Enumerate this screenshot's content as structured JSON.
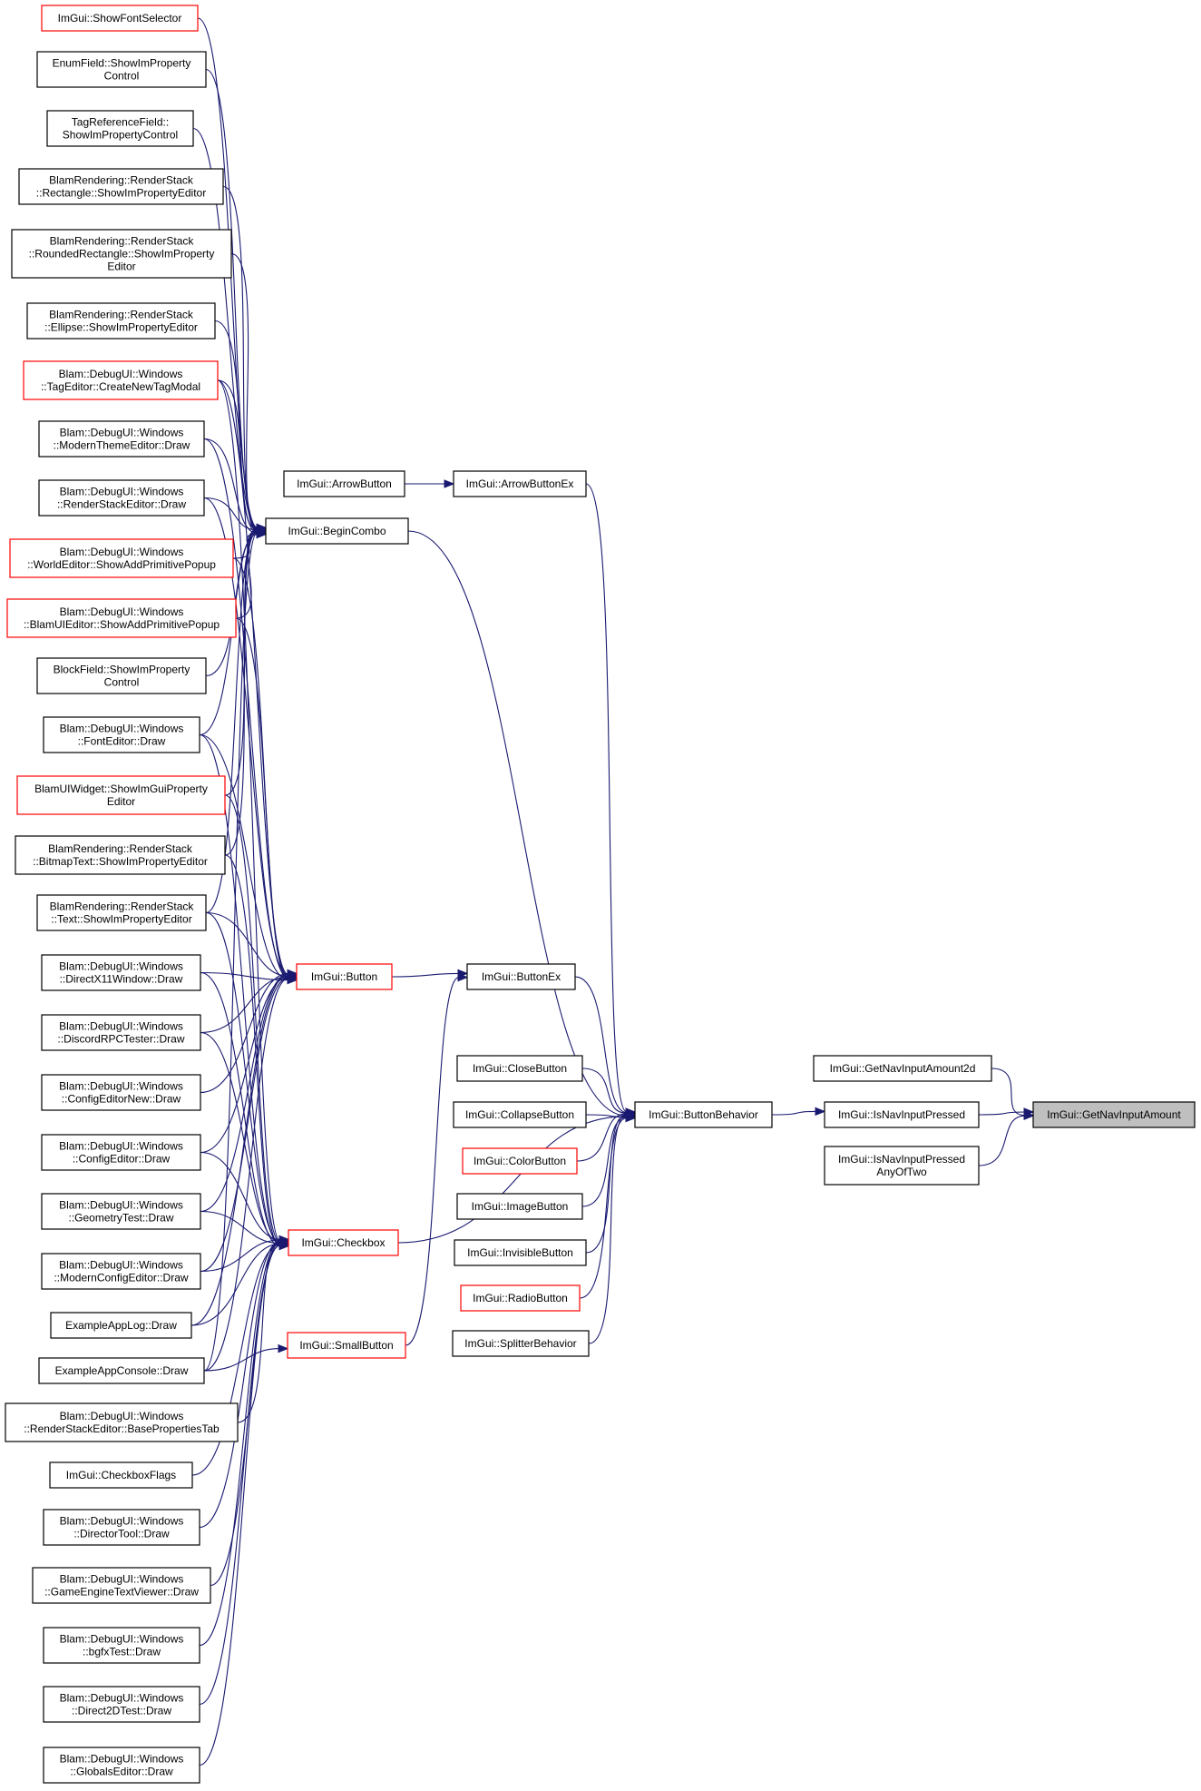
{
  "graph": {
    "nodes": [
      {
        "id": "showFontSelector",
        "lines": [
          "ImGui::ShowFontSelector"
        ],
        "style": "red"
      },
      {
        "id": "enumField",
        "lines": [
          "EnumField::ShowImProperty",
          "Control"
        ],
        "style": "black"
      },
      {
        "id": "tagRefField",
        "lines": [
          "TagReferenceField::",
          "ShowImPropertyControl"
        ],
        "style": "black"
      },
      {
        "id": "rsRectangle",
        "lines": [
          "BlamRendering::RenderStack",
          "::Rectangle::ShowImPropertyEditor"
        ],
        "style": "black"
      },
      {
        "id": "rsRoundedRect",
        "lines": [
          "BlamRendering::RenderStack",
          "::RoundedRectangle::ShowImProperty",
          "Editor"
        ],
        "style": "black"
      },
      {
        "id": "rsEllipse",
        "lines": [
          "BlamRendering::RenderStack",
          "::Ellipse::ShowImPropertyEditor"
        ],
        "style": "black"
      },
      {
        "id": "tagEditorModal",
        "lines": [
          "Blam::DebugUI::Windows",
          "::TagEditor::CreateNewTagModal"
        ],
        "style": "red"
      },
      {
        "id": "modernTheme",
        "lines": [
          "Blam::DebugUI::Windows",
          "::ModernThemeEditor::Draw"
        ],
        "style": "black"
      },
      {
        "id": "renderStackEd",
        "lines": [
          "Blam::DebugUI::Windows",
          "::RenderStackEditor::Draw"
        ],
        "style": "black"
      },
      {
        "id": "worldEditor",
        "lines": [
          "Blam::DebugUI::Windows",
          "::WorldEditor::ShowAddPrimitivePopup"
        ],
        "style": "red"
      },
      {
        "id": "blamUIEditor",
        "lines": [
          "Blam::DebugUI::Windows",
          "::BlamUIEditor::ShowAddPrimitivePopup"
        ],
        "style": "red"
      },
      {
        "id": "blockField",
        "lines": [
          "BlockField::ShowImProperty",
          "Control"
        ],
        "style": "black"
      },
      {
        "id": "fontEditor",
        "lines": [
          "Blam::DebugUI::Windows",
          "::FontEditor::Draw"
        ],
        "style": "black"
      },
      {
        "id": "blamUIWidget",
        "lines": [
          "BlamUIWidget::ShowImGuiProperty",
          "Editor"
        ],
        "style": "red"
      },
      {
        "id": "rsBitmapText",
        "lines": [
          "BlamRendering::RenderStack",
          "::BitmapText::ShowImPropertyEditor"
        ],
        "style": "black"
      },
      {
        "id": "rsText",
        "lines": [
          "BlamRendering::RenderStack",
          "::Text::ShowImPropertyEditor"
        ],
        "style": "black"
      },
      {
        "id": "directX11",
        "lines": [
          "Blam::DebugUI::Windows",
          "::DirectX11Window::Draw"
        ],
        "style": "black"
      },
      {
        "id": "discordRPC",
        "lines": [
          "Blam::DebugUI::Windows",
          "::DiscordRPCTester::Draw"
        ],
        "style": "black"
      },
      {
        "id": "configEditorNew",
        "lines": [
          "Blam::DebugUI::Windows",
          "::ConfigEditorNew::Draw"
        ],
        "style": "black"
      },
      {
        "id": "configEditor",
        "lines": [
          "Blam::DebugUI::Windows",
          "::ConfigEditor::Draw"
        ],
        "style": "black"
      },
      {
        "id": "geometryTest",
        "lines": [
          "Blam::DebugUI::Windows",
          "::GeometryTest::Draw"
        ],
        "style": "black"
      },
      {
        "id": "modernConfig",
        "lines": [
          "Blam::DebugUI::Windows",
          "::ModernConfigEditor::Draw"
        ],
        "style": "black"
      },
      {
        "id": "exampleAppLog",
        "lines": [
          "ExampleAppLog::Draw"
        ],
        "style": "black"
      },
      {
        "id": "exampleAppConsole",
        "lines": [
          "ExampleAppConsole::Draw"
        ],
        "style": "black"
      },
      {
        "id": "rsBaseProps",
        "lines": [
          "Blam::DebugUI::Windows",
          "::RenderStackEditor::BasePropertiesTab"
        ],
        "style": "black"
      },
      {
        "id": "checkboxFlags",
        "lines": [
          "ImGui::CheckboxFlags"
        ],
        "style": "black"
      },
      {
        "id": "directorTool",
        "lines": [
          "Blam::DebugUI::Windows",
          "::DirectorTool::Draw"
        ],
        "style": "black"
      },
      {
        "id": "gameEngineText",
        "lines": [
          "Blam::DebugUI::Windows",
          "::GameEngineTextViewer::Draw"
        ],
        "style": "black"
      },
      {
        "id": "bgfxTest",
        "lines": [
          "Blam::DebugUI::Windows",
          "::bgfxTest::Draw"
        ],
        "style": "black"
      },
      {
        "id": "direct2DTest",
        "lines": [
          "Blam::DebugUI::Windows",
          "::Direct2DTest::Draw"
        ],
        "style": "black"
      },
      {
        "id": "globalsEditor",
        "lines": [
          "Blam::DebugUI::Windows",
          "::GlobalsEditor::Draw"
        ],
        "style": "black"
      },
      {
        "id": "arrowButton",
        "lines": [
          "ImGui::ArrowButton"
        ],
        "style": "black"
      },
      {
        "id": "beginCombo",
        "lines": [
          "ImGui::BeginCombo"
        ],
        "style": "black"
      },
      {
        "id": "button",
        "lines": [
          "ImGui::Button"
        ],
        "style": "red"
      },
      {
        "id": "checkbox",
        "lines": [
          "ImGui::Checkbox"
        ],
        "style": "red"
      },
      {
        "id": "smallButton",
        "lines": [
          "ImGui::SmallButton"
        ],
        "style": "red"
      },
      {
        "id": "arrowButtonEx",
        "lines": [
          "ImGui::ArrowButtonEx"
        ],
        "style": "black"
      },
      {
        "id": "buttonEx",
        "lines": [
          "ImGui::ButtonEx"
        ],
        "style": "black"
      },
      {
        "id": "closeButton",
        "lines": [
          "ImGui::CloseButton"
        ],
        "style": "black"
      },
      {
        "id": "collapseButton",
        "lines": [
          "ImGui::CollapseButton"
        ],
        "style": "black"
      },
      {
        "id": "colorButton",
        "lines": [
          "ImGui::ColorButton"
        ],
        "style": "red"
      },
      {
        "id": "imageButton",
        "lines": [
          "ImGui::ImageButton"
        ],
        "style": "black"
      },
      {
        "id": "invisibleButton",
        "lines": [
          "ImGui::InvisibleButton"
        ],
        "style": "black"
      },
      {
        "id": "radioButton",
        "lines": [
          "ImGui::RadioButton"
        ],
        "style": "red"
      },
      {
        "id": "splitterBehavior",
        "lines": [
          "ImGui::SplitterBehavior"
        ],
        "style": "black"
      },
      {
        "id": "buttonBehavior",
        "lines": [
          "ImGui::ButtonBehavior"
        ],
        "style": "black"
      },
      {
        "id": "getNavInputAmount2d",
        "lines": [
          "ImGui::GetNavInputAmount2d"
        ],
        "style": "black"
      },
      {
        "id": "isNavInputPressed",
        "lines": [
          "ImGui::IsNavInputPressed"
        ],
        "style": "black"
      },
      {
        "id": "isNavInputPressedAny",
        "lines": [
          "ImGui::IsNavInputPressed",
          "AnyOfTwo"
        ],
        "style": "black"
      },
      {
        "id": "getNavInputAmount",
        "lines": [
          "ImGui::GetNavInputAmount"
        ],
        "style": "root"
      }
    ],
    "edges": [
      [
        "showFontSelector",
        "beginCombo"
      ],
      [
        "enumField",
        "beginCombo"
      ],
      [
        "tagRefField",
        "beginCombo"
      ],
      [
        "rsRectangle",
        "beginCombo"
      ],
      [
        "rsRoundedRect",
        "beginCombo"
      ],
      [
        "rsEllipse",
        "beginCombo"
      ],
      [
        "tagEditorModal",
        "beginCombo"
      ],
      [
        "modernTheme",
        "beginCombo"
      ],
      [
        "renderStackEd",
        "beginCombo"
      ],
      [
        "worldEditor",
        "beginCombo"
      ],
      [
        "blamUIEditor",
        "beginCombo"
      ],
      [
        "blockField",
        "beginCombo"
      ],
      [
        "fontEditor",
        "beginCombo"
      ],
      [
        "blamUIWidget",
        "beginCombo"
      ],
      [
        "rsBitmapText",
        "beginCombo"
      ],
      [
        "rsText",
        "beginCombo"
      ],
      [
        "exampleAppConsole",
        "beginCombo"
      ],
      [
        "tagEditorModal",
        "button"
      ],
      [
        "modernTheme",
        "button"
      ],
      [
        "renderStackEd",
        "button"
      ],
      [
        "worldEditor",
        "button"
      ],
      [
        "blamUIEditor",
        "button"
      ],
      [
        "fontEditor",
        "button"
      ],
      [
        "rsText",
        "button"
      ],
      [
        "directX11",
        "button"
      ],
      [
        "discordRPC",
        "button"
      ],
      [
        "configEditorNew",
        "button"
      ],
      [
        "configEditor",
        "button"
      ],
      [
        "geometryTest",
        "button"
      ],
      [
        "modernConfig",
        "button"
      ],
      [
        "exampleAppLog",
        "button"
      ],
      [
        "exampleAppConsole",
        "button"
      ],
      [
        "tagEditorModal",
        "checkbox"
      ],
      [
        "fontEditor",
        "checkbox"
      ],
      [
        "blamUIWidget",
        "checkbox"
      ],
      [
        "rsBitmapText",
        "checkbox"
      ],
      [
        "rsText",
        "checkbox"
      ],
      [
        "directX11",
        "checkbox"
      ],
      [
        "discordRPC",
        "checkbox"
      ],
      [
        "configEditor",
        "checkbox"
      ],
      [
        "geometryTest",
        "checkbox"
      ],
      [
        "modernConfig",
        "checkbox"
      ],
      [
        "exampleAppLog",
        "checkbox"
      ],
      [
        "rsBaseProps",
        "checkbox"
      ],
      [
        "checkboxFlags",
        "checkbox"
      ],
      [
        "directorTool",
        "checkbox"
      ],
      [
        "gameEngineText",
        "checkbox"
      ],
      [
        "bgfxTest",
        "checkbox"
      ],
      [
        "direct2DTest",
        "checkbox"
      ],
      [
        "globalsEditor",
        "checkbox"
      ],
      [
        "exampleAppConsole",
        "smallButton"
      ],
      [
        "arrowButton",
        "arrowButtonEx"
      ],
      [
        "button",
        "buttonEx"
      ],
      [
        "smallButton",
        "buttonEx"
      ],
      [
        "arrowButtonEx",
        "buttonBehavior"
      ],
      [
        "beginCombo",
        "buttonBehavior"
      ],
      [
        "buttonEx",
        "buttonBehavior"
      ],
      [
        "checkbox",
        "buttonBehavior"
      ],
      [
        "closeButton",
        "buttonBehavior"
      ],
      [
        "collapseButton",
        "buttonBehavior"
      ],
      [
        "colorButton",
        "buttonBehavior"
      ],
      [
        "imageButton",
        "buttonBehavior"
      ],
      [
        "invisibleButton",
        "buttonBehavior"
      ],
      [
        "radioButton",
        "buttonBehavior"
      ],
      [
        "splitterBehavior",
        "buttonBehavior"
      ],
      [
        "buttonBehavior",
        "isNavInputPressed"
      ],
      [
        "getNavInputAmount2d",
        "getNavInputAmount"
      ],
      [
        "isNavInputPressed",
        "getNavInputAmount"
      ],
      [
        "isNavInputPressedAny",
        "getNavInputAmount"
      ]
    ]
  }
}
